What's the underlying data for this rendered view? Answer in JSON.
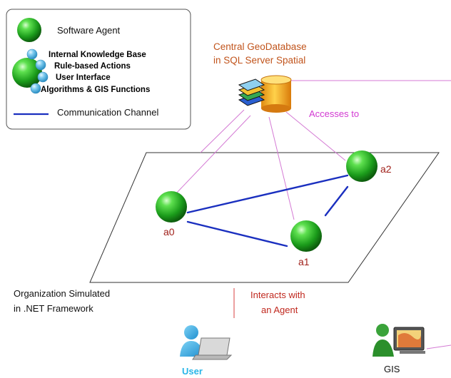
{
  "legend": {
    "agent_label": "Software Agent",
    "components": [
      "Internal Knowledge Base",
      "Rule-based Actions",
      "User Interface",
      "Algorithms & GIS Functions"
    ],
    "channel_label": "Communication Channel"
  },
  "database": {
    "title_line1": "Central GeoDatabase",
    "title_line2": "in SQL Server Spatial",
    "accesses_label": "Accesses to"
  },
  "agents": [
    "a0",
    "a1",
    "a2"
  ],
  "organization": {
    "line1": "Organization Simulated",
    "line2": "in .NET Framework"
  },
  "interaction": {
    "line1": "Interacts with",
    "line2": "an Agent"
  },
  "actors": {
    "user_label": "User",
    "gis_label": "GIS"
  },
  "colors": {
    "agent_green": "#1fa51f",
    "channel_blue": "#1a2fbf",
    "access_magenta": "#d47ad4",
    "interact_red": "#e06060",
    "user_cyan": "#29b6e8"
  }
}
